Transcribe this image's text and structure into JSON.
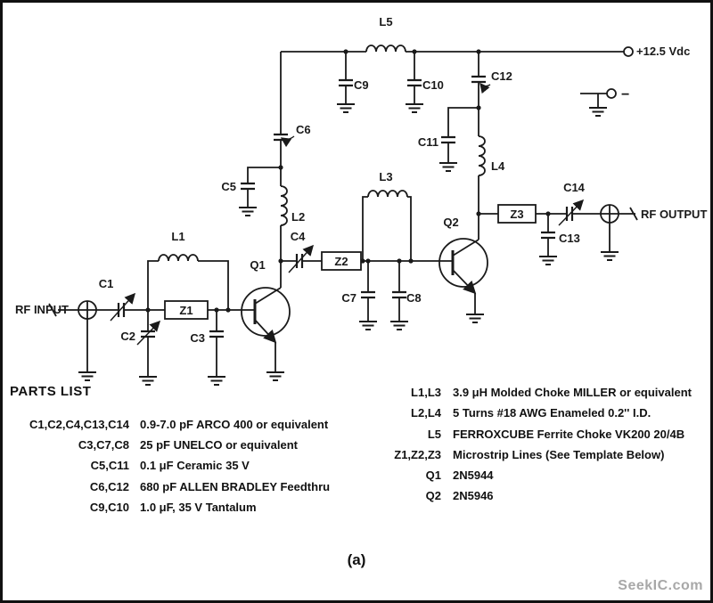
{
  "colors": {
    "ink": "#1a1a1a",
    "bg": "#ffffff",
    "watermark": "#a8a8a8"
  },
  "schematic": {
    "labels": {
      "rf_input": "RF INPUT",
      "rf_output": "RF OUTPUT",
      "vcc": "+12.5 Vdc",
      "minus": "−",
      "l1": "L1",
      "l2": "L2",
      "l3": "L3",
      "l4": "L4",
      "l5": "L5",
      "c1": "C1",
      "c2": "C2",
      "c3": "C3",
      "c4": "C4",
      "c5": "C5",
      "c6": "C6",
      "c7": "C7",
      "c8": "C8",
      "c9": "C9",
      "c10": "C10",
      "c11": "C11",
      "c12": "C12",
      "c13": "C13",
      "c14": "C14",
      "z1": "Z1",
      "z2": "Z2",
      "z3": "Z3",
      "q1": "Q1",
      "q2": "Q2"
    }
  },
  "parts_list": {
    "heading": "PARTS LIST",
    "left": [
      {
        "refs": "C1,C2,C4,C13,C14",
        "desc": "0.9-7.0 pF ARCO 400 or equivalent"
      },
      {
        "refs": "C3,C7,C8",
        "desc": "25 pF UNELCO or equivalent"
      },
      {
        "refs": "C5,C11",
        "desc": "0.1 μF Ceramic 35 V"
      },
      {
        "refs": "C6,C12",
        "desc": "680 pF ALLEN BRADLEY Feedthru"
      },
      {
        "refs": "C9,C10",
        "desc": "1.0 μF, 35 V Tantalum"
      }
    ],
    "right": [
      {
        "refs": "L1,L3",
        "desc": "3.9 μH Molded Choke MILLER or equivalent"
      },
      {
        "refs": "L2,L4",
        "desc": "5 Turns #18 AWG Enameled 0.2'' I.D."
      },
      {
        "refs": "L5",
        "desc": "FERROXCUBE Ferrite Choke VK200 20/4B"
      },
      {
        "refs": "Z1,Z2,Z3",
        "desc": "Microstrip Lines (See Template Below)"
      },
      {
        "refs": "Q1",
        "desc": "2N5944"
      },
      {
        "refs": "Q2",
        "desc": "2N5946"
      }
    ]
  },
  "caption": "(a)",
  "watermark": "SeekIC.com"
}
